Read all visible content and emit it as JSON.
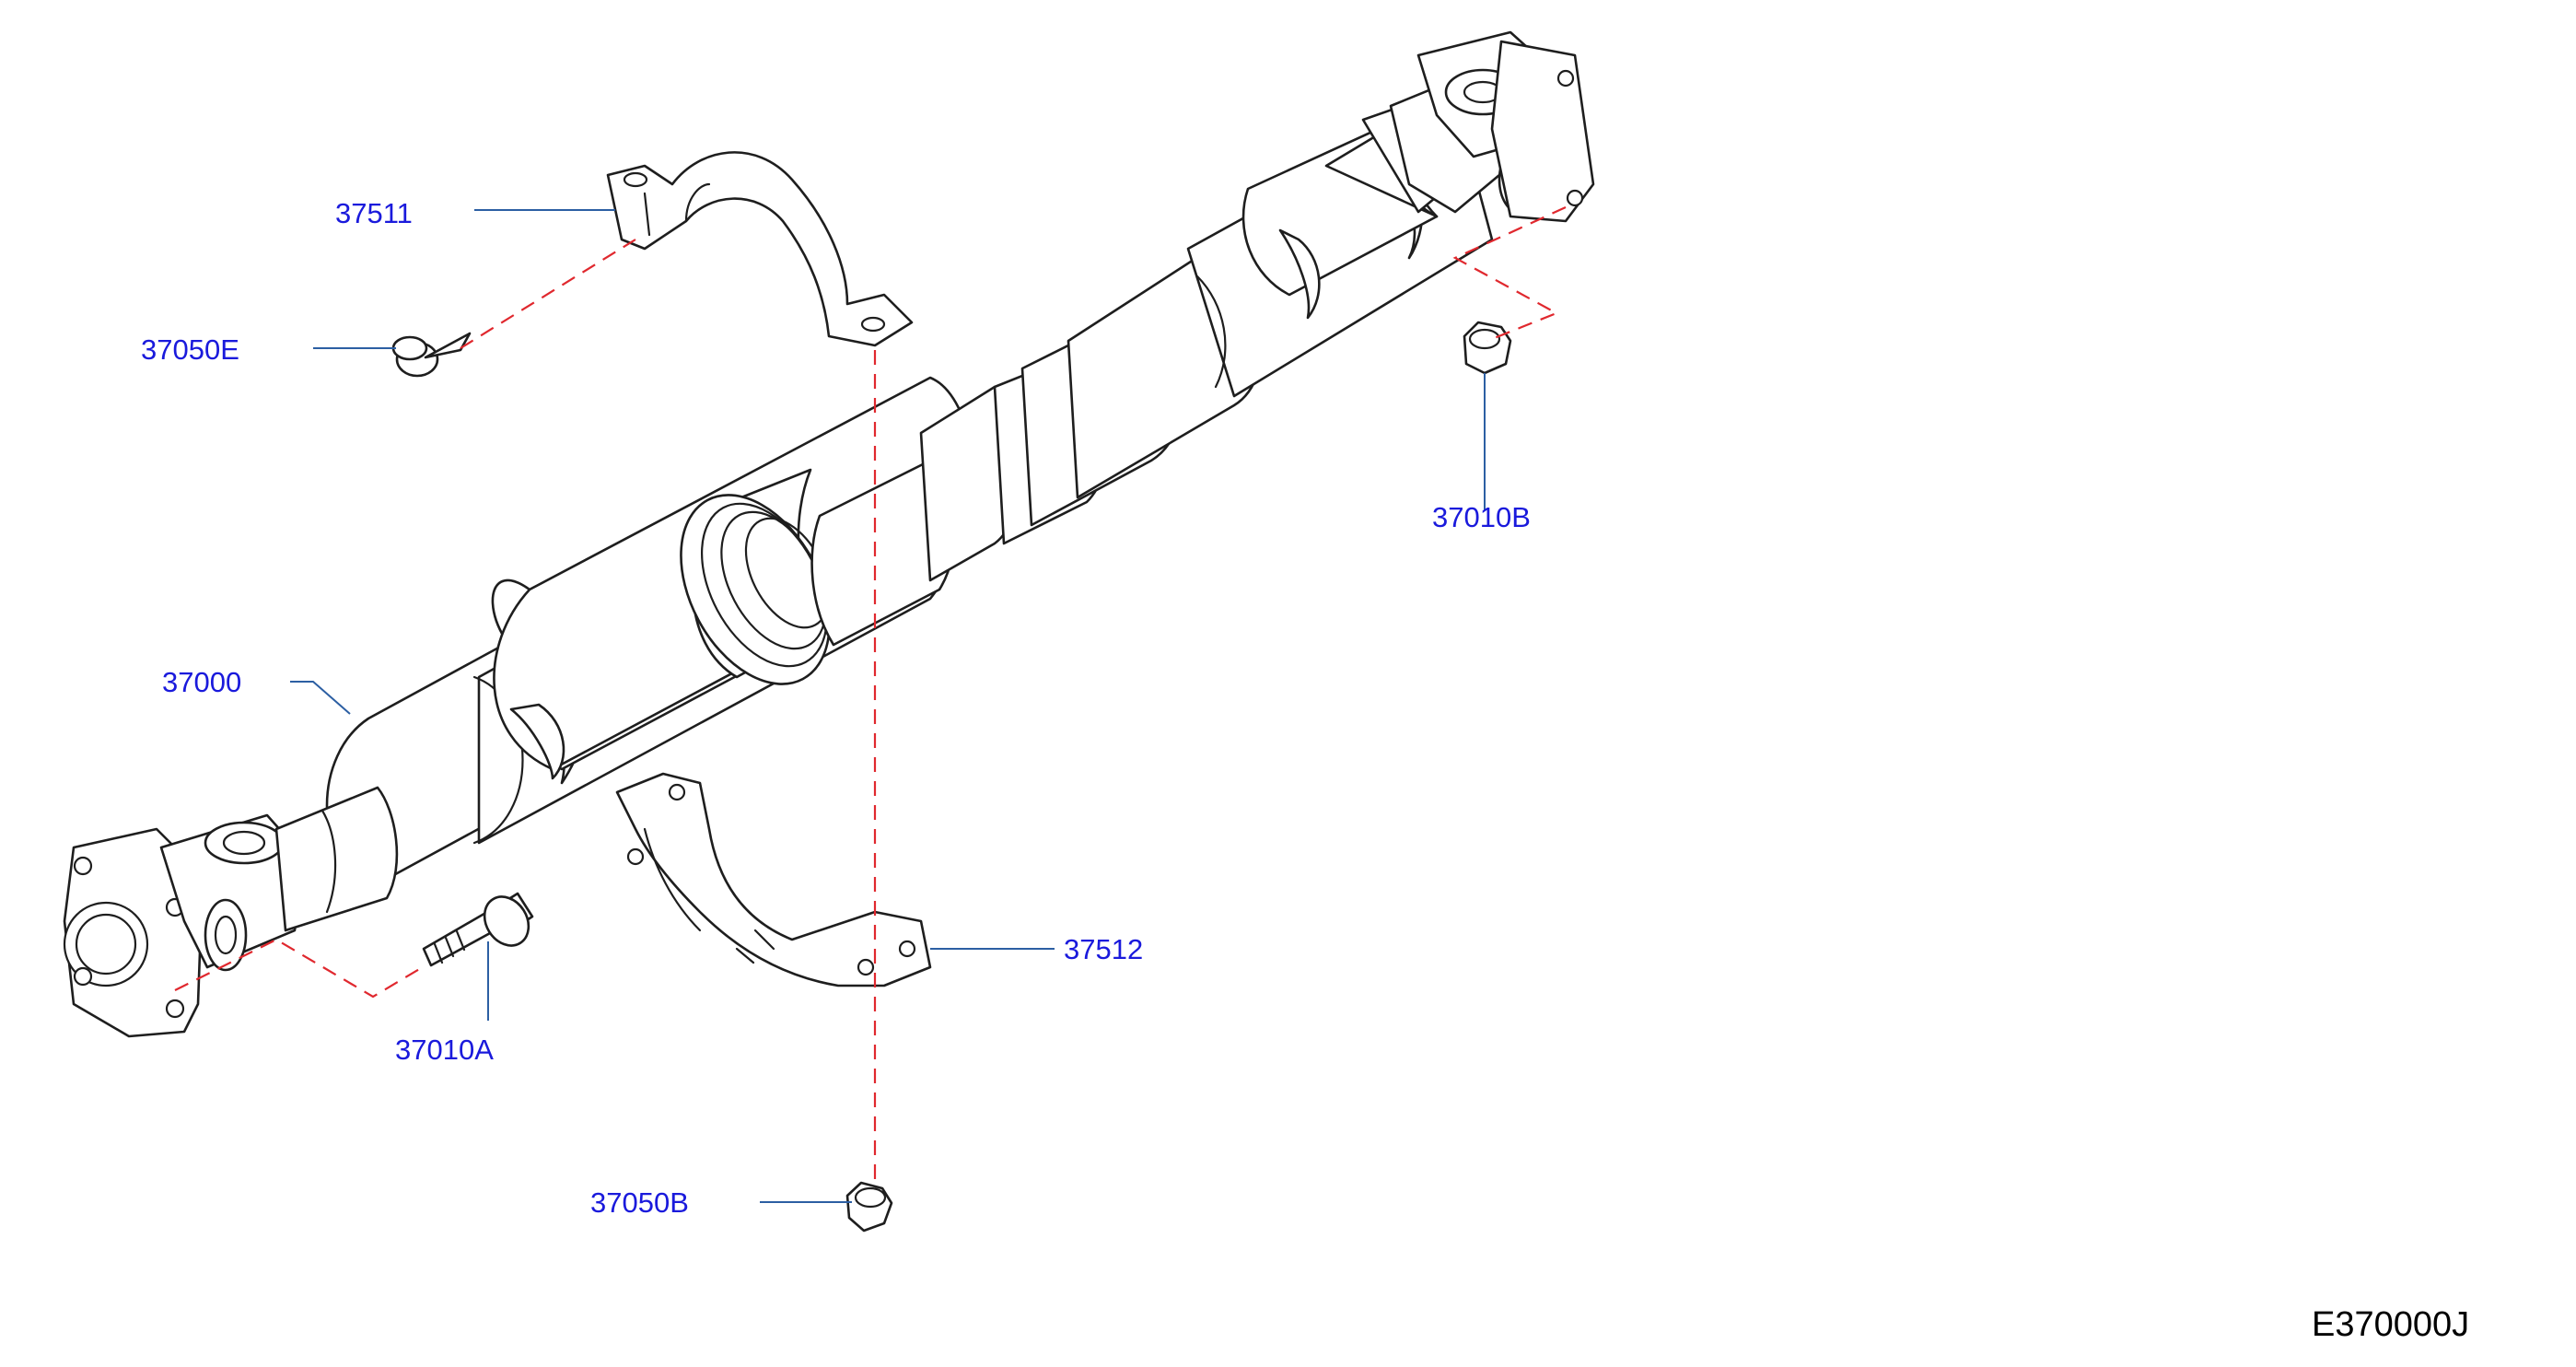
{
  "diagram": {
    "diagram_code": "E370000J",
    "parts": [
      {
        "id": "propeller-shaft",
        "label": "37000"
      },
      {
        "id": "center-bearing-bracket-upper",
        "label": "37511"
      },
      {
        "id": "center-bearing-bracket-lower",
        "label": "37512"
      },
      {
        "id": "clip-grommet",
        "label": "37050E"
      },
      {
        "id": "flange-nut-front",
        "label": "37010B"
      },
      {
        "id": "flange-bolt",
        "label": "37010A"
      },
      {
        "id": "bracket-nut",
        "label": "37050B"
      }
    ],
    "colors": {
      "label_text": "#1a1adc",
      "leader_line": "#2c5fa3",
      "hidden_line": "#e0282e",
      "part_outline": "#1e1e1e",
      "background": "#ffffff"
    }
  }
}
